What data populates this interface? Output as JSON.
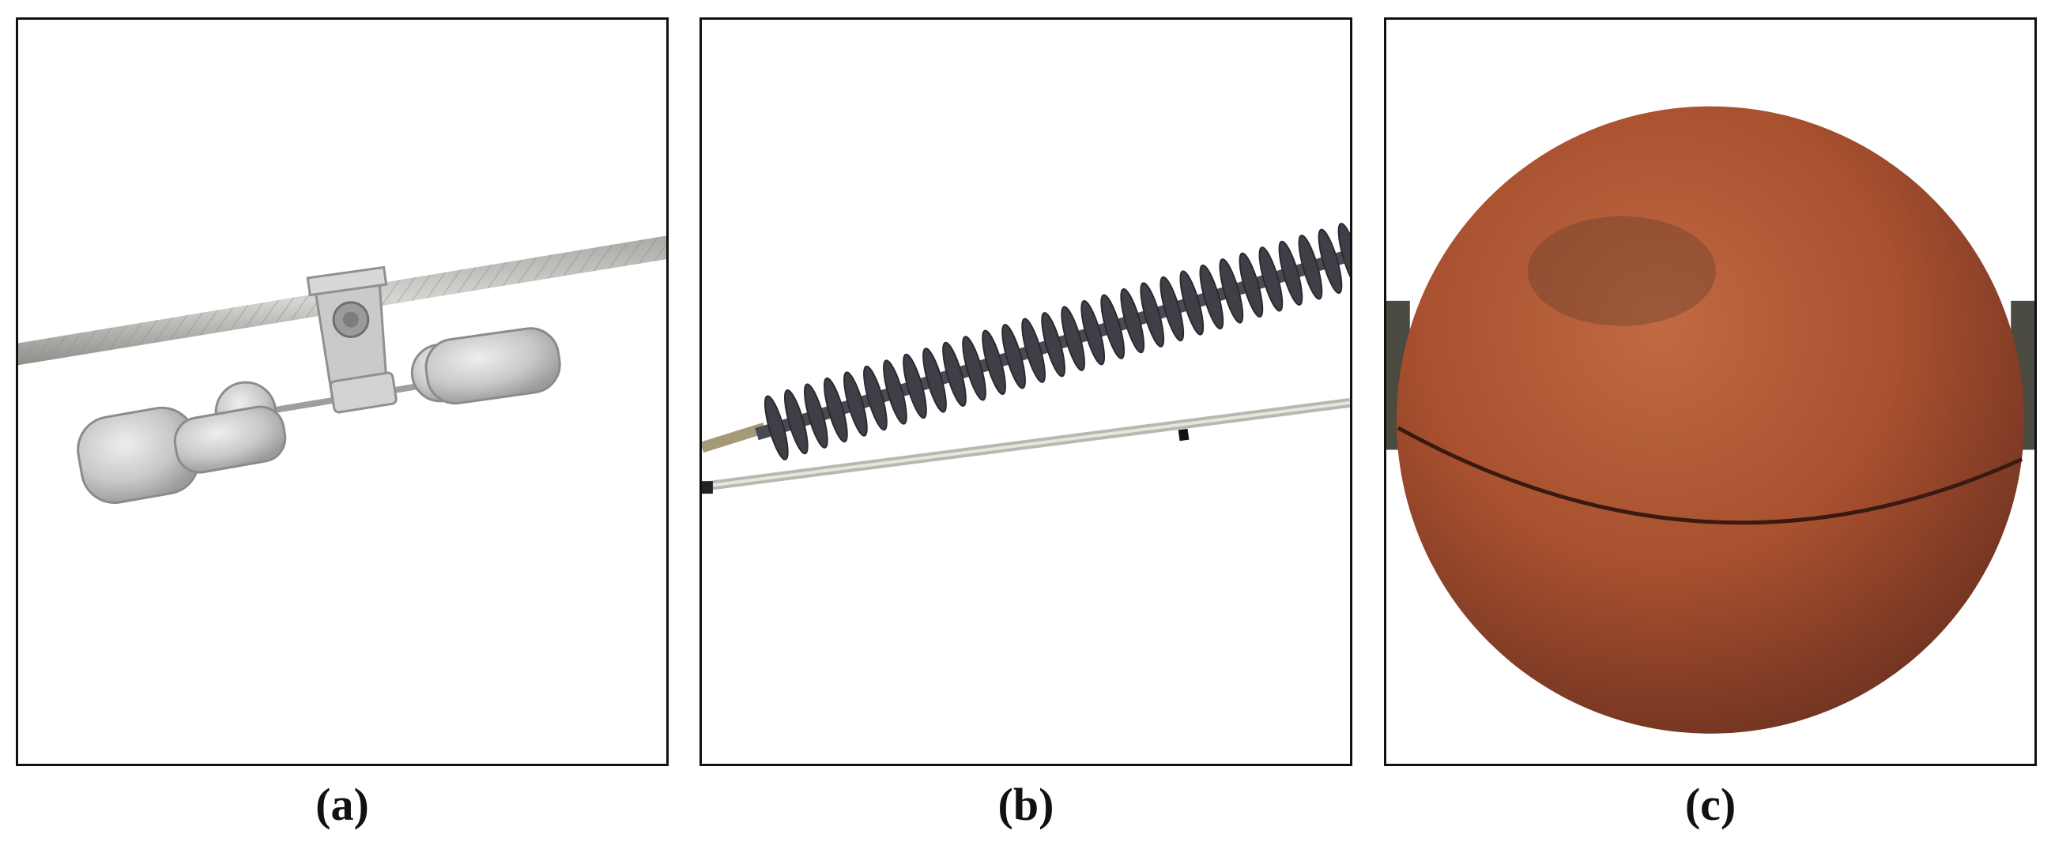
{
  "figure": {
    "panels": [
      {
        "id": "a",
        "label": "(a)",
        "subject": "stockbridge-damper-on-conductor"
      },
      {
        "id": "b",
        "label": "(b)",
        "subject": "composite-insulator-with-conductor"
      },
      {
        "id": "c",
        "label": "(c)",
        "subject": "aerial-marker-ball"
      }
    ]
  },
  "colors": {
    "border": "#111111",
    "metal_light": "#d9dadb",
    "metal_mid": "#b7b9bb",
    "insulator_shed": "#3f4047",
    "ball_main": "#a8502f",
    "ball_dark": "#6e3220"
  }
}
